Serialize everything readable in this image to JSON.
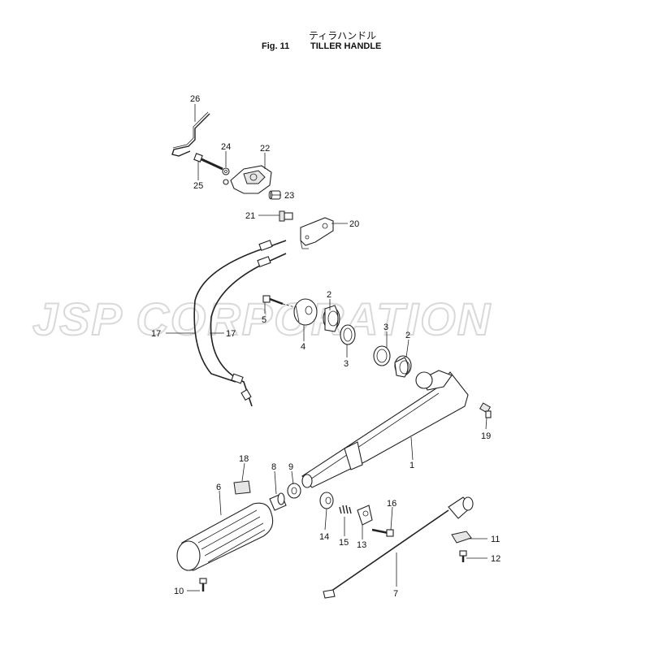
{
  "header": {
    "title_jp": "ティラハンドル",
    "fig_label": "Fig. 11",
    "title_en": "TILLER HANDLE"
  },
  "watermark": {
    "text": "JSP CORPORATION",
    "color": "#d9d9d9"
  },
  "callouts": [
    {
      "id": "c26a",
      "label": "26"
    },
    {
      "id": "c24",
      "label": "24"
    },
    {
      "id": "c22",
      "label": "22"
    },
    {
      "id": "c25",
      "label": "25"
    },
    {
      "id": "c23",
      "label": "23"
    },
    {
      "id": "c21",
      "label": "21"
    },
    {
      "id": "c20",
      "label": "20"
    },
    {
      "id": "c2a",
      "label": "2"
    },
    {
      "id": "c5",
      "label": "5"
    },
    {
      "id": "c4",
      "label": "4"
    },
    {
      "id": "c3a",
      "label": "3"
    },
    {
      "id": "c3b",
      "label": "3"
    },
    {
      "id": "c2b",
      "label": "2"
    },
    {
      "id": "c17a",
      "label": "17"
    },
    {
      "id": "c17b",
      "label": "17"
    },
    {
      "id": "c19",
      "label": "19"
    },
    {
      "id": "c1",
      "label": "1"
    },
    {
      "id": "c18",
      "label": "18"
    },
    {
      "id": "c8",
      "label": "8"
    },
    {
      "id": "c9",
      "label": "9"
    },
    {
      "id": "c6",
      "label": "6"
    },
    {
      "id": "c16",
      "label": "16"
    },
    {
      "id": "c14",
      "label": "14"
    },
    {
      "id": "c15",
      "label": "15"
    },
    {
      "id": "c13",
      "label": "13"
    },
    {
      "id": "c11",
      "label": "11"
    },
    {
      "id": "c12",
      "label": "12"
    },
    {
      "id": "c10",
      "label": "10"
    },
    {
      "id": "c7",
      "label": "7"
    }
  ]
}
